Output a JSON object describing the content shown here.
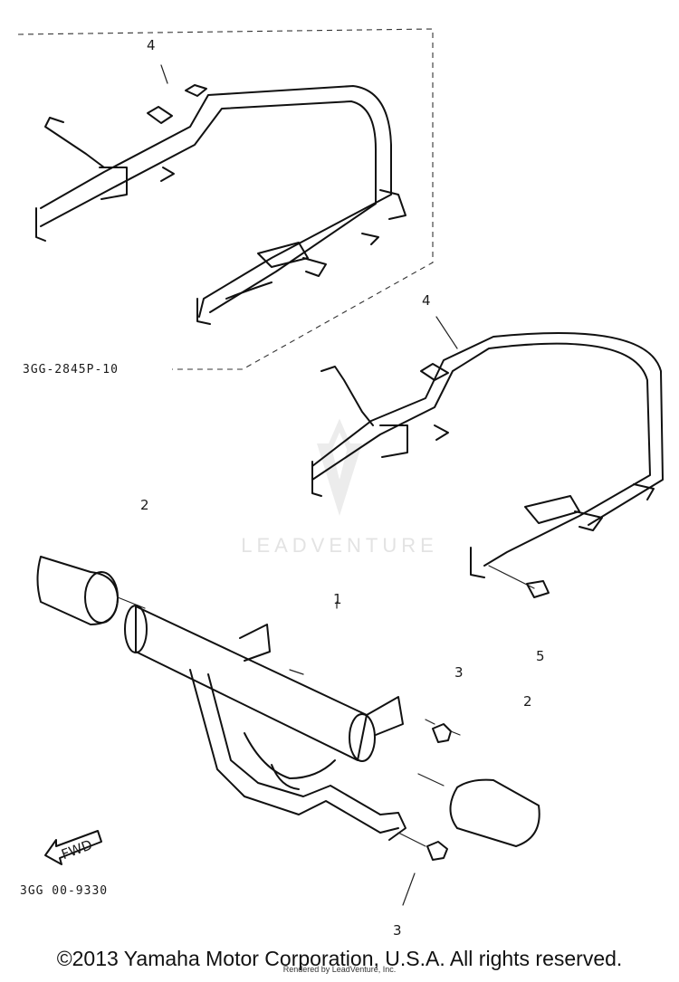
{
  "callouts": {
    "c4_top": "4",
    "c4_mid": "4",
    "c2_left": "2",
    "c1": "1",
    "c5": "5",
    "c3_mid": "3",
    "c2_right": "2",
    "c3_bottom": "3"
  },
  "part_numbers": {
    "upper_group": "3GG-2845P-10",
    "lower_group": "3GG 00-9330"
  },
  "fwd_label": "FWD",
  "watermark": "LEADVENTURE",
  "footer": {
    "copyright": "©2013 Yamaha Motor Corporation, U.S.A. All rights reserved.",
    "rendered_by": "Rendered by LeadVenture, Inc."
  }
}
